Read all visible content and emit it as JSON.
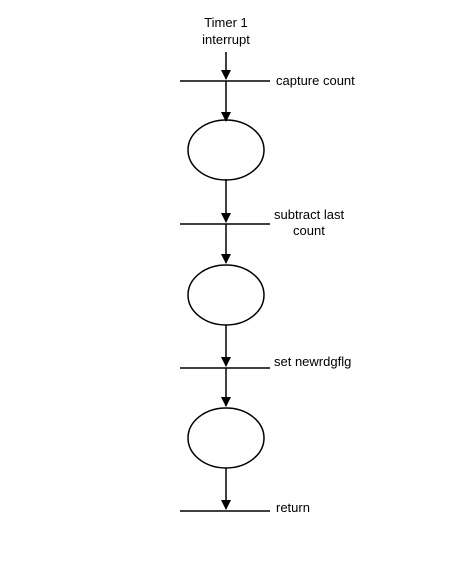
{
  "diagram": {
    "start_label_line1": "Timer 1",
    "start_label_line2": "interrupt",
    "transitions": [
      {
        "label_lines": [
          "capture count"
        ]
      },
      {
        "label_lines": [
          "subtract last",
          "count"
        ]
      },
      {
        "label_lines": [
          "set newrdgflg"
        ]
      },
      {
        "label_lines": [
          "return"
        ]
      }
    ],
    "places_count": 3
  }
}
